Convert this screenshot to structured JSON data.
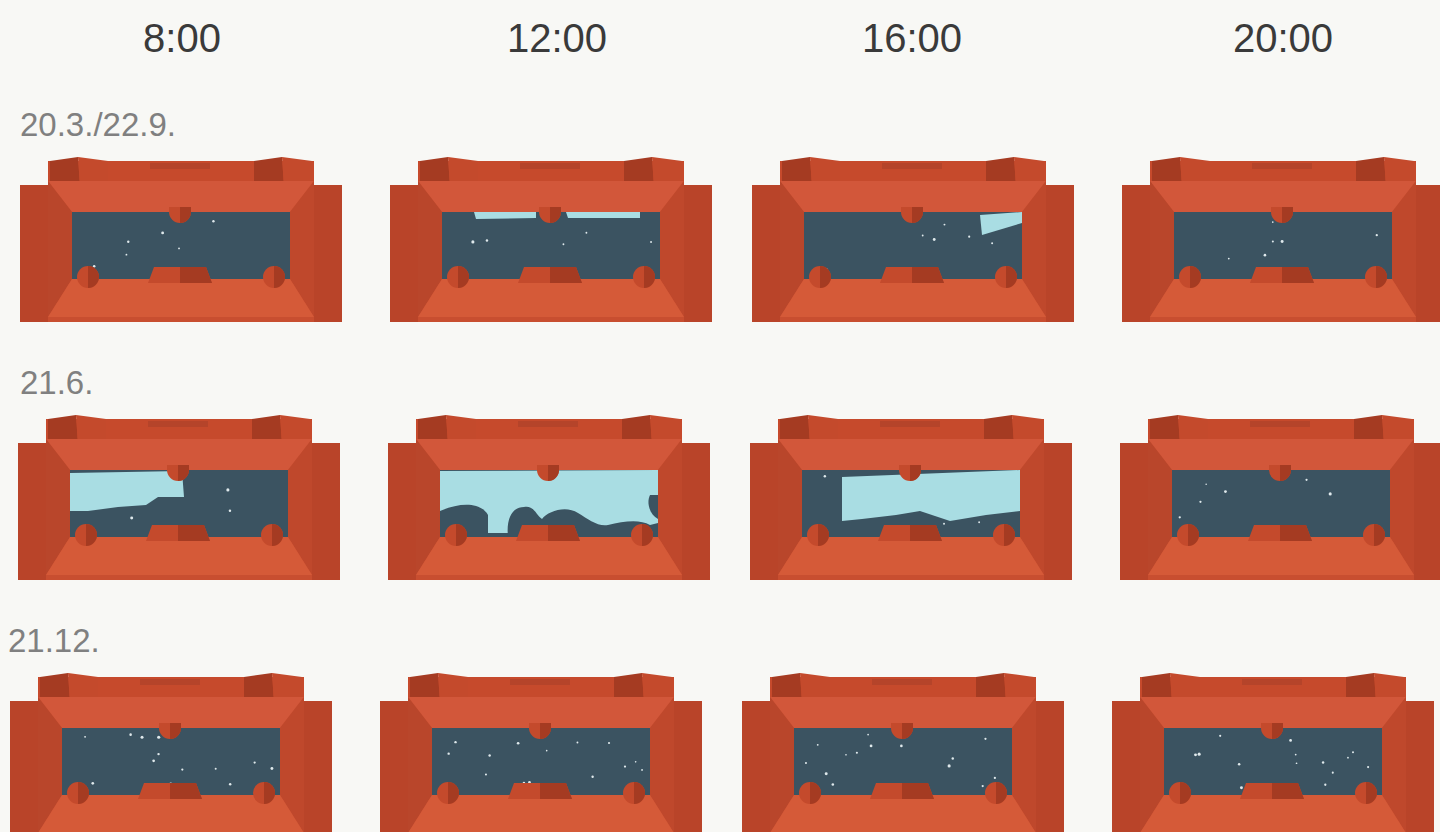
{
  "diagram": {
    "labels": [
      "8:00",
      "12:00",
      "16:00",
      "20:00",
      "20.3./22.9.",
      "21.6.",
      "21.12."
    ]
  }
}
